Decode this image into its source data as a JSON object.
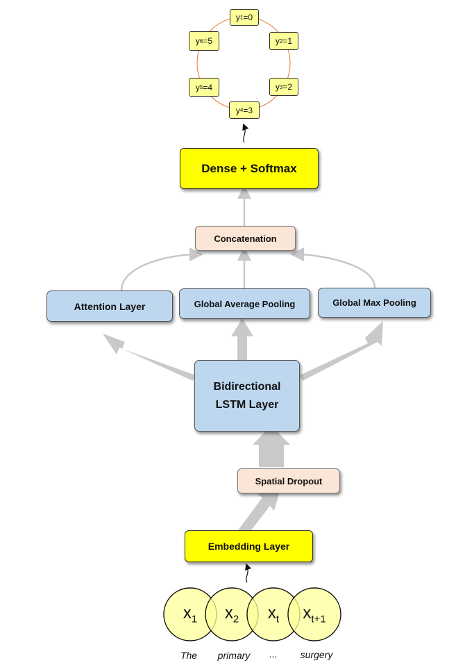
{
  "output_labels": [
    {
      "sym": "y",
      "sub": "1",
      "val": "=0"
    },
    {
      "sym": "y",
      "sub": "2",
      "val": "=1"
    },
    {
      "sym": "y",
      "sub": "3",
      "val": "=2"
    },
    {
      "sym": "y",
      "sub": "4",
      "val": "=3"
    },
    {
      "sym": "y",
      "sub": "5",
      "val": "=4"
    },
    {
      "sym": "y",
      "sub": "6",
      "val": "=5"
    }
  ],
  "layers": {
    "dense": "Dense + Softmax",
    "concat": "Concatenation",
    "attention": "Attention Layer",
    "gap": "Global Average Pooling",
    "gmp": "Global Max Pooling",
    "lstm_line1": "Bidirectional",
    "lstm_line2": "LSTM Layer",
    "dropout": "Spatial Dropout",
    "embedding": "Embedding Layer"
  },
  "inputs": [
    {
      "sym": "x",
      "sub": "1"
    },
    {
      "sym": "x",
      "sub": "2"
    },
    {
      "sym": "x",
      "sub": "t"
    },
    {
      "sym": "x",
      "sub": "t+1"
    }
  ],
  "words": [
    "The",
    "primary",
    "...",
    "surgery"
  ],
  "colors": {
    "yellow": "#ffff00",
    "label_yellow": "#ffff99",
    "blue": "#bdd7ee",
    "peach": "#fbe5d6",
    "ring": "#e8752a",
    "input_circle": "#ffff99",
    "arrow_gray": "#c0c0c0"
  }
}
